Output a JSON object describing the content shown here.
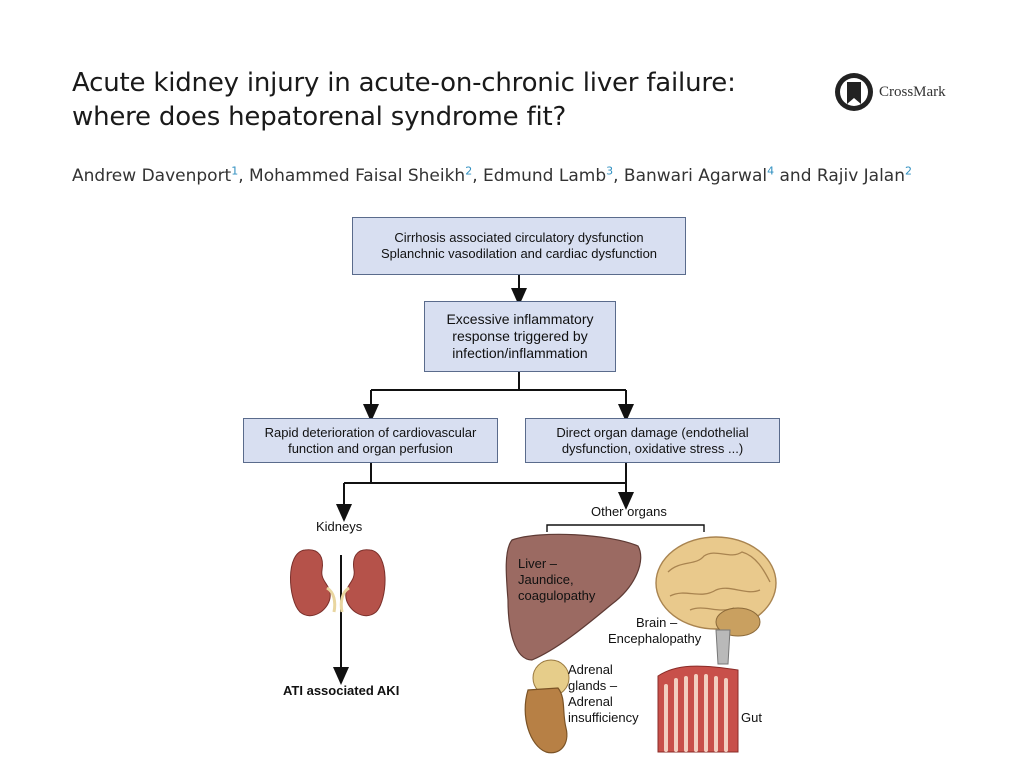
{
  "header": {
    "title": "Acute kidney injury in acute-on-chronic liver failure: where does hepatorenal syndrome fit?",
    "crossmark": "CrossMark"
  },
  "authors": [
    {
      "name": "Andrew Davenport",
      "sup": "1"
    },
    {
      "name": "Mohammed Faisal Sheikh",
      "sup": "2"
    },
    {
      "name": "Edmund Lamb",
      "sup": "3"
    },
    {
      "name": "Banwari Agarwal",
      "sup": "4"
    },
    {
      "name": "Rajiv Jalan",
      "sup": "2"
    }
  ],
  "authors_join": ", ",
  "authors_and": " and ",
  "diagram": {
    "box1": {
      "line1": "Cirrhosis associated circulatory dysfunction",
      "line2": "Splanchnic vasodilation  and cardiac dysfunction"
    },
    "box2": {
      "line1": "Excessive inflammatory",
      "line2": "response triggered by",
      "line3": "infection/inflammation"
    },
    "box3": {
      "line1": "Rapid deterioration of cardiovascular",
      "line2": "function and organ perfusion"
    },
    "box4": {
      "line1": "Direct organ damage (endothelial",
      "line2": "dysfunction, oxidative stress ...)"
    },
    "kidneys_label": "Kidneys",
    "other_organs_label": "Other organs",
    "aki_label": "ATI associated AKI",
    "liver": {
      "line1": "Liver –",
      "line2": "Jaundice,",
      "line3": "coagulopathy"
    },
    "brain": {
      "line1": "Brain –",
      "line2": "Encephalopathy"
    },
    "adrenal": {
      "line1": "Adrenal",
      "line2": "glands –",
      "line3": "Adrenal",
      "line4": "insufficiency"
    },
    "gut": "Gut"
  },
  "colors": {
    "box_fill": "#d8dff1",
    "box_border": "#5a6b8c",
    "superscript": "#2f8fc0",
    "kidney": "#b5524a",
    "liver": "#9b6a62",
    "brain": "#e9c98c"
  }
}
